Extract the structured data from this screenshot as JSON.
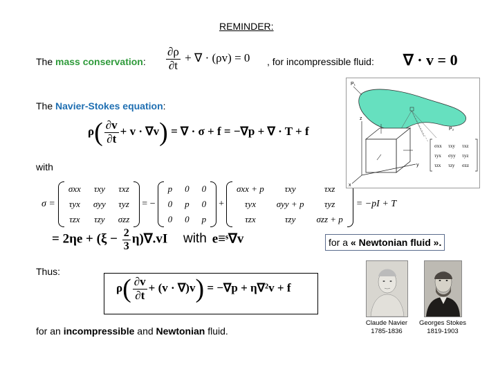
{
  "title": "REMINDER:",
  "mass": {
    "prefix": "The ",
    "keyword": "mass conservation",
    "suffix": ":",
    "eq_num": "∂ρ",
    "eq_den": "∂t",
    "eq_rest": "+ ∇ · (ρv) = 0",
    "incomp_text": ", for incompressible fluid:",
    "incomp_eq": "∇ · v = 0"
  },
  "ns": {
    "prefix": "The ",
    "keyword": "Navier-Stokes equation",
    "suffix": ":",
    "eq_rho": "ρ",
    "eq_num": "∂v",
    "eq_den": "∂t",
    "eq_inner": "+ v · ∇v",
    "eq_rest": "= ∇ · σ + f = −∇p + ∇ · T + f"
  },
  "with_label": "with",
  "stress": {
    "lhs": "σ =",
    "m1": [
      [
        "σxx",
        "τxy",
        "τxz"
      ],
      [
        "τyx",
        "σyy",
        "τyz"
      ],
      [
        "τzx",
        "τzy",
        "σzz"
      ]
    ],
    "eq_minus": "= −",
    "m2": [
      [
        "p",
        "0",
        "0"
      ],
      [
        "0",
        "p",
        "0"
      ],
      [
        "0",
        "0",
        "p"
      ]
    ],
    "plus": "+",
    "m3": [
      [
        "σxx + p",
        "τxy",
        "τxz"
      ],
      [
        "τyx",
        "σyy + p",
        "τyz"
      ],
      [
        "τzx",
        "τzy",
        "σzz + p"
      ]
    ],
    "rhs": "= −pI + T"
  },
  "newtonian": {
    "eq": "= 2ηe + (ξ − ",
    "frac_num": "2",
    "frac_den": "3",
    "eq_tail": "η)∇.vI",
    "with_word": "with",
    "eq2": "e≡ˢ∇v",
    "label_prefix": "for a ",
    "label_bold": "« Newtonian fluid ».",
    "border_color": "#5a6b8c"
  },
  "thus_label": "Thus:",
  "final_eq": {
    "rho": "ρ",
    "num": "∂v",
    "den": "∂t",
    "inner": "+ (v · ∇)v",
    "rest": "= −∇p + η∇²v + f"
  },
  "conclusion": {
    "prefix": "for an ",
    "b1": "incompressible",
    "mid": " and ",
    "b2": "Newtonian",
    "suffix": " fluid."
  },
  "figure": {
    "p1": "P₁",
    "p2": "P₂",
    "z": "z",
    "y": "y",
    "x": "x",
    "matrix": [
      [
        "σxx",
        "τxy",
        "τxz"
      ],
      [
        "τyx",
        "σyy",
        "τyz"
      ],
      [
        "τzx",
        "τzy",
        "σzz"
      ]
    ],
    "blob_color": "#66e0bf"
  },
  "portraits": [
    {
      "name": "Claude Navier",
      "years": "1785-1836"
    },
    {
      "name": "Georges Stokes",
      "years": "1819-1903"
    }
  ]
}
